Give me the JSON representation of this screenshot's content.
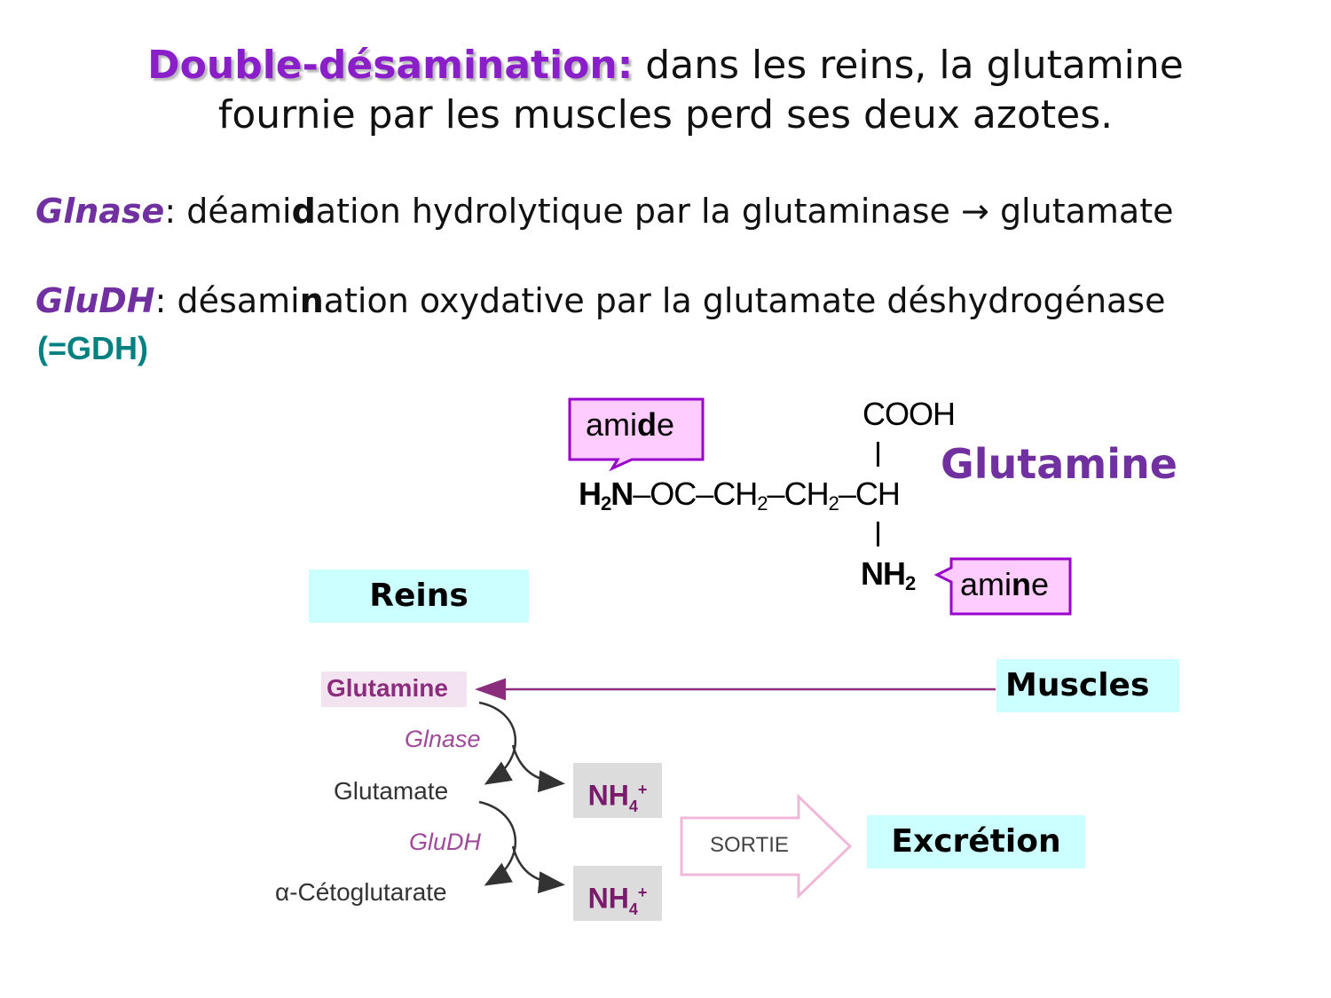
{
  "title": {
    "strong": "Double-désamination:",
    "rest_line1": " dans les reins, la glutamine",
    "rest_line2": "fournie par les muscles perd ses deux azotes."
  },
  "definitions": [
    {
      "enzyme": "Glnase",
      "sep": ": ",
      "text_a": "déami",
      "text_bold": "d",
      "text_b": "ation hydrolytique par la glutaminase ",
      "arrow": "→",
      "text_c": " glutamate"
    },
    {
      "enzyme": "GluDH",
      "sep": ": ",
      "text_a": "désami",
      "text_bold": "n",
      "text_b": "ation oxydative par la glutamate déshydrogénase",
      "extra": "(=GDH)"
    }
  ],
  "structure": {
    "name": "Glutamine",
    "cooh": "COOH",
    "h2n": "H",
    "h2n_sub": "2",
    "h2n_n": "N",
    "chain_a": "–OC–CH",
    "chain_sub1": "2",
    "chain_b": "–CH",
    "chain_sub2": "2",
    "chain_c": "–CH",
    "nh2": "NH",
    "nh2_sub": "2",
    "amide_callout": {
      "a": "ami",
      "b": "d",
      "c": "e"
    },
    "amine_callout": {
      "a": "ami",
      "b": "n",
      "c": "e"
    }
  },
  "diagram": {
    "reins": "Reins",
    "muscles": "Muscles",
    "excretion": "Excrétion",
    "glutamine": "Glutamine",
    "glnase": "Glnase",
    "glutamate": "Glutamate",
    "gludh": "GluDH",
    "cetoglutarate": "α-Cétoglutarate",
    "nh4_main": "NH",
    "nh4_sub": "4",
    "nh4_sup": "+",
    "sortie": "SORTIE"
  },
  "colors": {
    "title_purple": "#8a1fc9",
    "enzyme_purple": "#7030a0",
    "gdh_teal": "#008080",
    "callout_fill": "#ffccff",
    "callout_border": "#9900cc",
    "cyan_box": "#ccffff"
  }
}
